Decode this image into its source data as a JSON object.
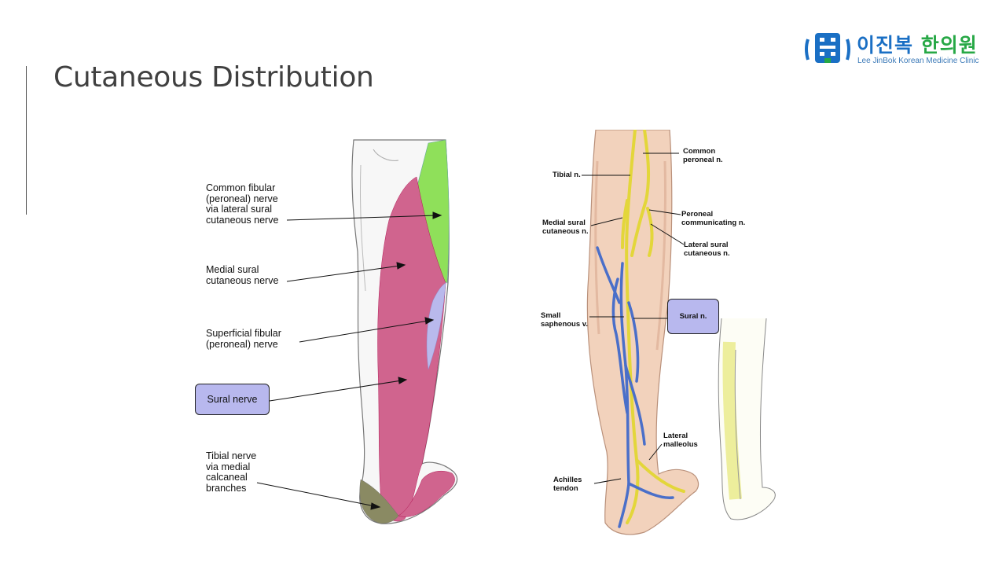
{
  "slide": {
    "title": "Cutaneous Distribution"
  },
  "logo": {
    "name_part1": "이진복",
    "name_part2": "한의원",
    "subtitle": "Lee JinBok Korean Medicine Clinic",
    "icon": "building-logo-icon"
  },
  "left_figure": {
    "labels": {
      "common_fibular": "Common fibular\n(peroneal) nerve\nvia lateral sural\ncutaneous nerve",
      "medial_sural": "Medial sural\ncutaneous nerve",
      "superficial_fibular": "Superficial fibular\n(peroneal) nerve",
      "sural": "Sural nerve",
      "tibial": "Tibial nerve\nvia medial\ncalcaneal\nbranches"
    },
    "colors": {
      "common_fibular": "#8fe05a",
      "medial_sural": "#d0648e",
      "superficial_fibular": "#b9b9ec",
      "tibial": "#8a8a63",
      "sural_highlight": "#b8b8ee"
    }
  },
  "right_figure": {
    "labels": {
      "tibial_n": "Tibial n.",
      "common_peroneal_n": "Common\nperoneal n.",
      "medial_sural": "Medial sural\ncutaneous n.",
      "peroneal_communicating": "Peroneal\ncommunicating n.",
      "lateral_sural": "Lateral sural\ncutaneous n.",
      "small_saphenous": "Small\nsaphenous v.",
      "sural_n": "Sural n.",
      "lateral_malleolus": "Lateral\nmalleolus",
      "achilles_tendon": "Achilles\ntendon"
    },
    "colors": {
      "nerve": "#e3d63a",
      "vein": "#4a6fc9",
      "skin": "#f2d2bc"
    }
  }
}
